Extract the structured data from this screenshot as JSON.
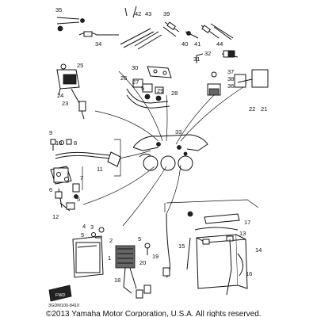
{
  "labels": {
    "p1": "1",
    "p2": "2",
    "p3": "3",
    "p4": "4",
    "p5": "5",
    "p6": "6",
    "p7": "7",
    "p8": "8",
    "p9": "9",
    "p10": "10",
    "p11": "11",
    "p12": "12",
    "p13": "13",
    "p14": "14",
    "p15": "15",
    "p16": "16",
    "p17": "17",
    "p18": "18",
    "p19": "19",
    "p20": "20",
    "p21": "21",
    "p22": "22",
    "p23": "23",
    "p24": "24",
    "p25": "25",
    "p26": "26",
    "p27": "27",
    "p28": "28",
    "p29": "29",
    "p30": "30",
    "p31": "31",
    "p32": "32",
    "p33": "33",
    "p34": "34",
    "p35": "35",
    "p36": "36",
    "p37": "37",
    "p38": "38",
    "p39": "39",
    "p40": "40",
    "p41": "41",
    "p42": "42",
    "p43": "43",
    "p44": "44",
    "p5b": "5"
  },
  "fwd_label": "FWD",
  "diagram_code": "3GDM100-8410",
  "copyright": "©2013 Yamaha Motor Corporation, U.S.A. All rights reserved."
}
